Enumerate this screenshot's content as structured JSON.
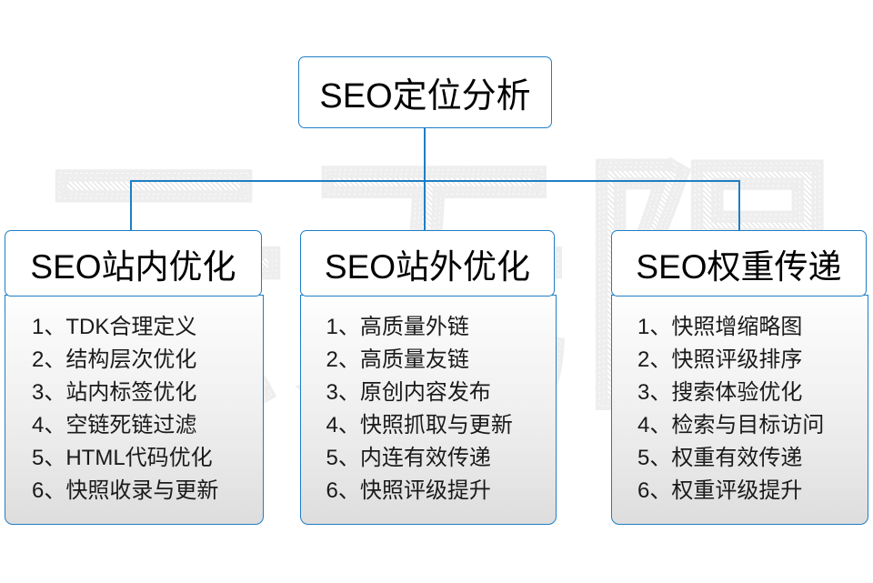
{
  "diagram": {
    "title": "SEO定位分析",
    "watermark": "云无限",
    "accent_color": "#1F7EC4",
    "root": {
      "label": "SEO定位分析"
    },
    "columns": [
      {
        "header": "SEO站内优化",
        "items": [
          "1、TDK合理定义",
          "2、结构层次优化",
          "3、站内标签优化",
          "4、空链死链过滤",
          "5、HTML代码优化",
          "6、快照收录与更新"
        ]
      },
      {
        "header": "SEO站外优化",
        "items": [
          "1、高质量外链",
          "2、高质量友链",
          "3、原创内容发布",
          "4、快照抓取与更新",
          "5、内连有效传递",
          "6、快照评级提升"
        ]
      },
      {
        "header": "SEO权重传递",
        "items": [
          "1、快照增缩略图",
          "2、快照评级排序",
          "3、搜索体验优化",
          "4、检索与目标访问",
          "5、权重有效传递",
          "6、权重评级提升"
        ]
      }
    ]
  }
}
